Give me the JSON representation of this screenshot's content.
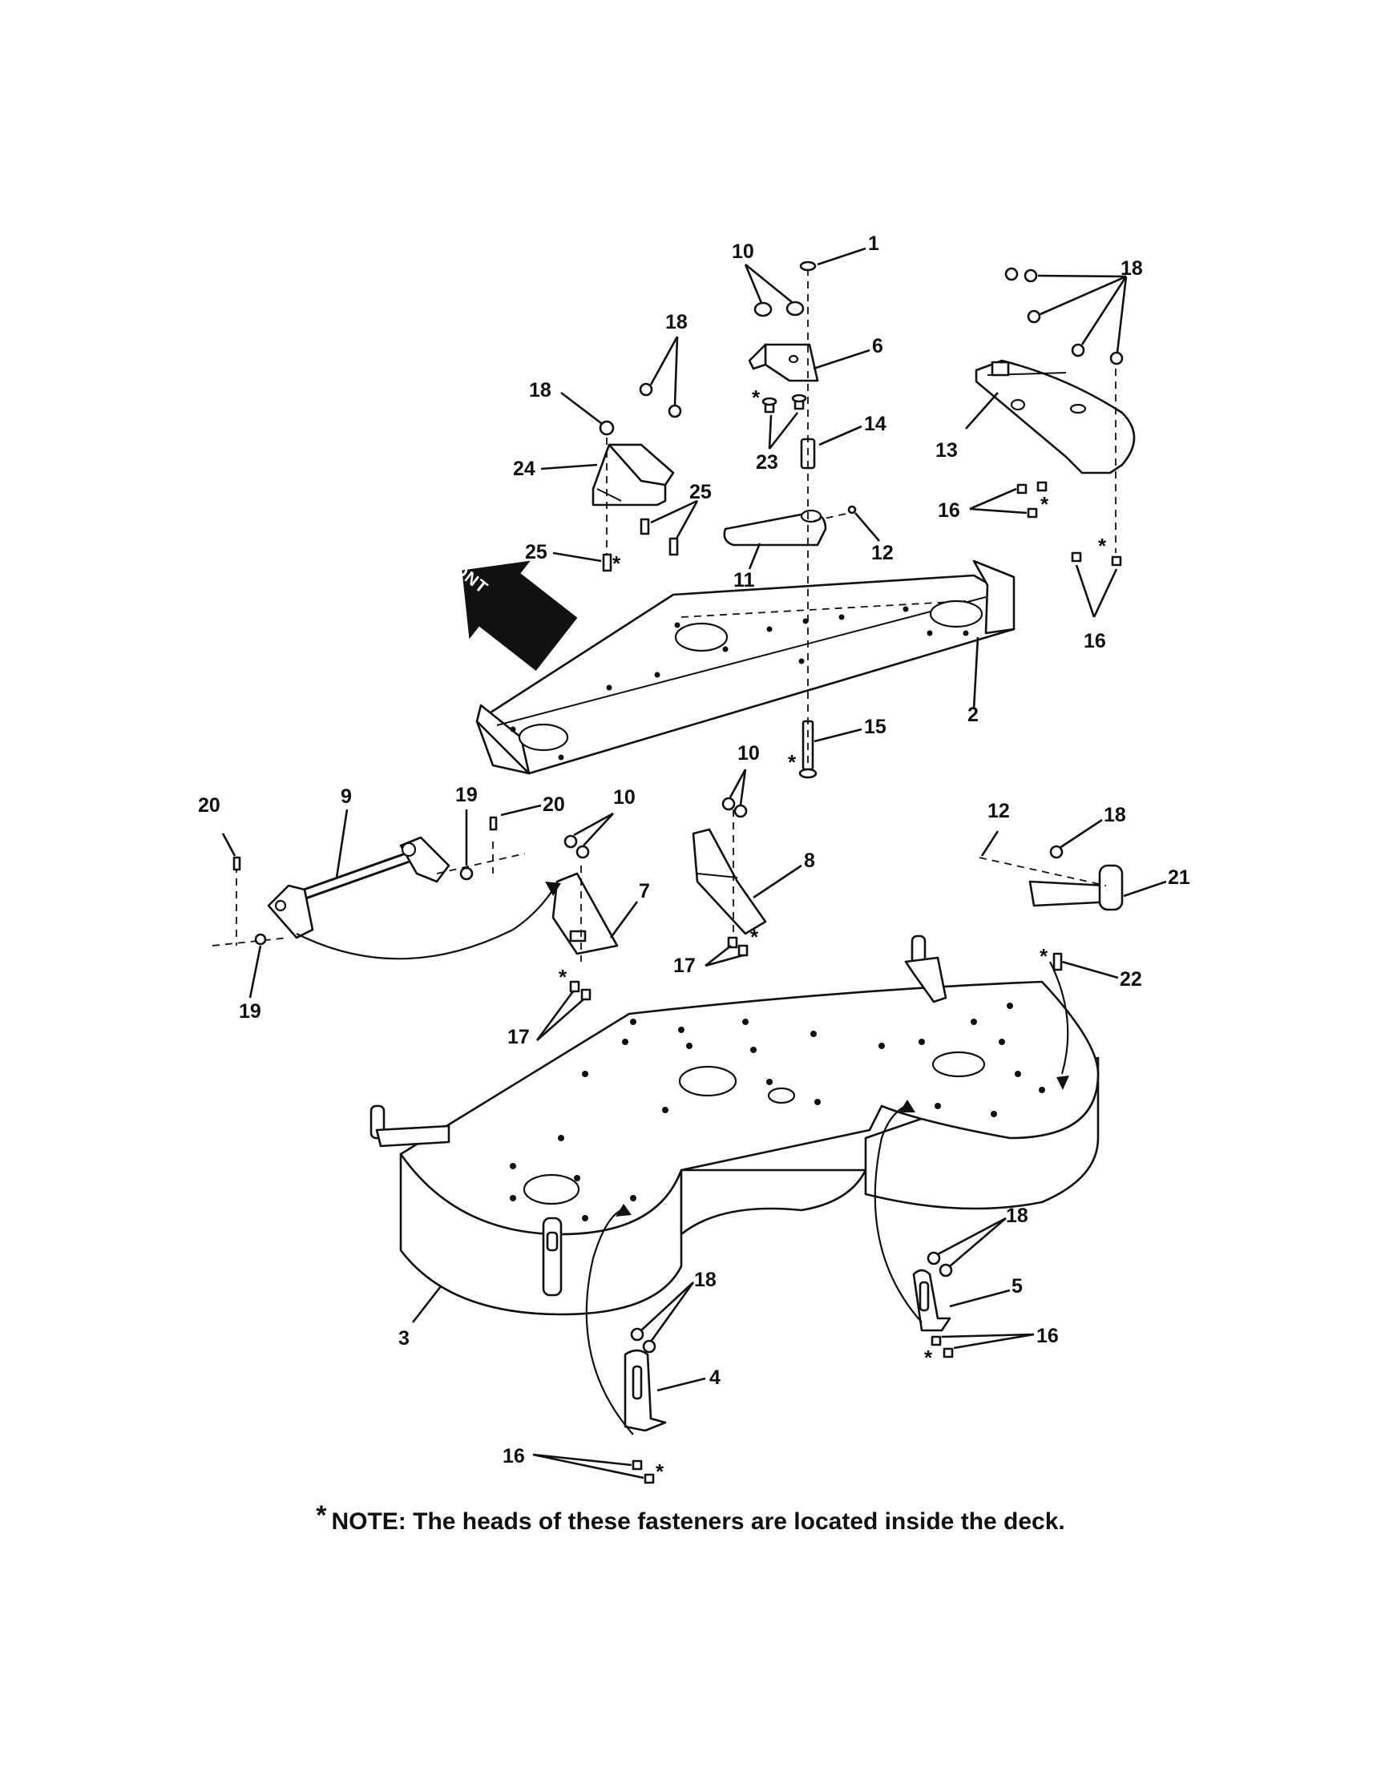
{
  "callouts": [
    "1",
    "2",
    "3",
    "4",
    "5",
    "6",
    "7",
    "8",
    "9",
    "10",
    "11",
    "12",
    "13",
    "14",
    "15",
    "16",
    "17",
    "18",
    "19",
    "20",
    "21",
    "22",
    "23",
    "24",
    "25"
  ],
  "front_label": "FRONT",
  "asterisk": "*",
  "note": {
    "marker": "*",
    "text": "NOTE: The heads of these fasteners are located inside the deck."
  }
}
